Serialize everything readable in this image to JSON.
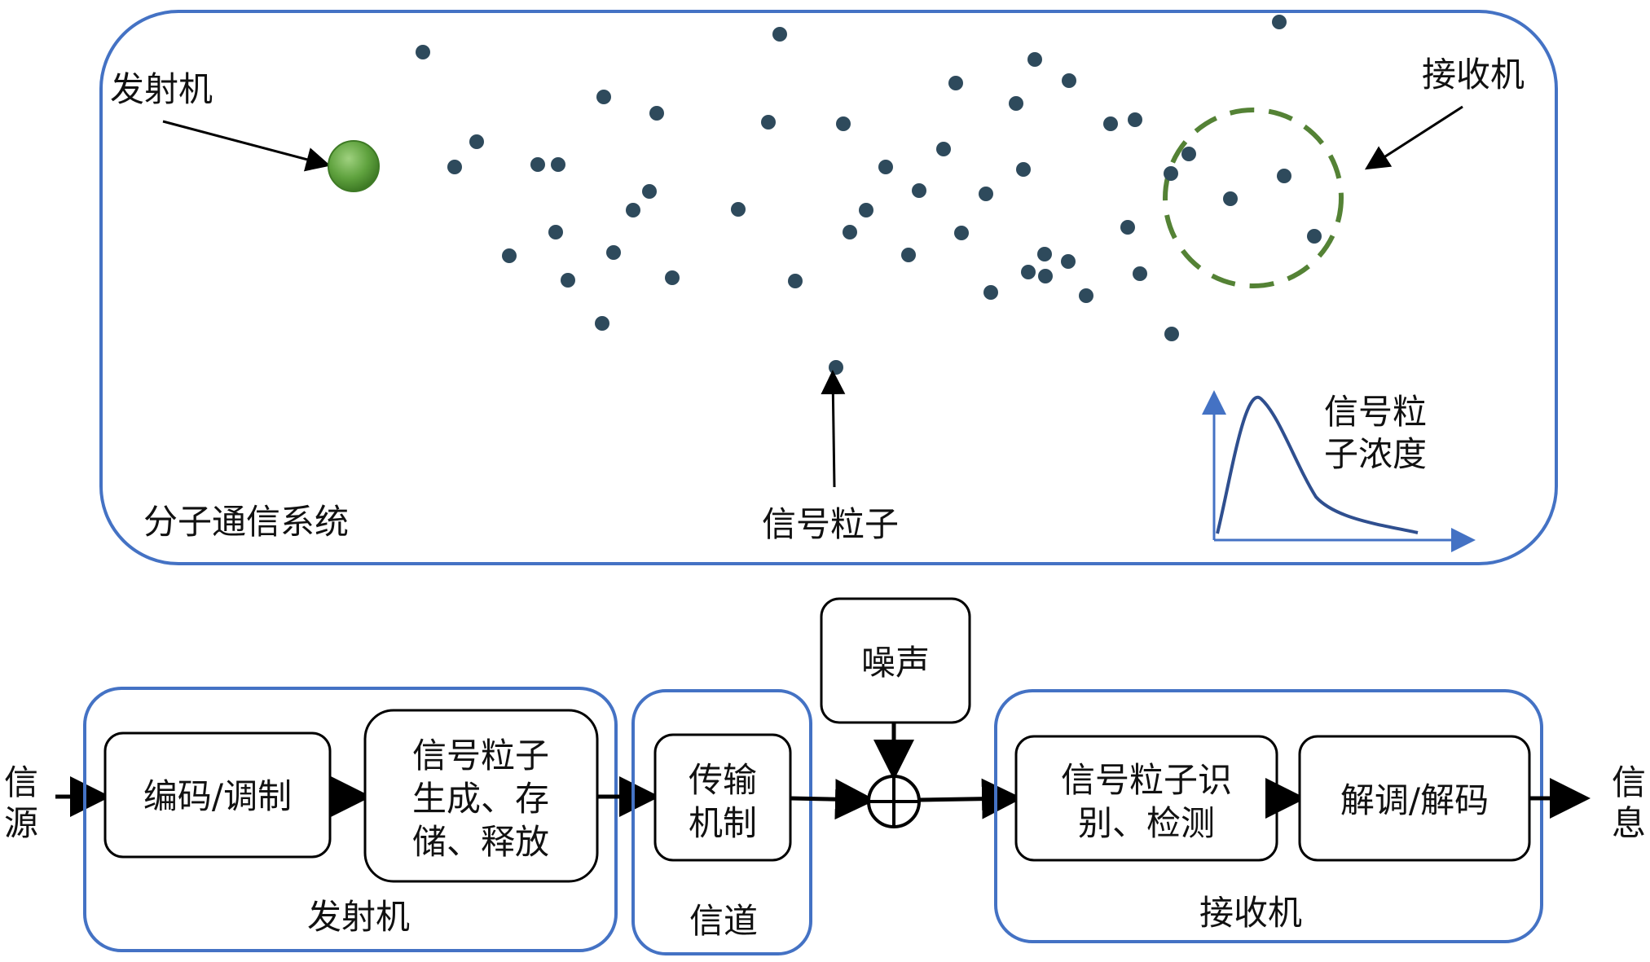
{
  "colors": {
    "frame_blue": "#4472C4",
    "particle": "#2E4A5C",
    "transmitter_green": "#6AA84F",
    "receiver_dash": "#548235",
    "arrow": "#000000",
    "box_stroke": "#000000"
  },
  "top_panel": {
    "system_label": "分子通信系统",
    "transmitter_label": "发射机",
    "receiver_label": "接收机",
    "particle_label": "信号粒子",
    "concentration_label_line1": "信号粒",
    "concentration_label_line2": "子浓度"
  },
  "block_diagram": {
    "source_line1": "信",
    "source_line2": "源",
    "sink_line1": "信",
    "sink_line2": "息",
    "noise": "噪声",
    "transmitter": {
      "group_label": "发射机",
      "encode": "编码/调制",
      "generate_line1": "信号粒子",
      "generate_line2": "生成、存",
      "generate_line3": "储、释放"
    },
    "channel": {
      "group_label": "信道",
      "transport_line1": "传输",
      "transport_line2": "机制"
    },
    "receiver": {
      "group_label": "接收机",
      "detect_line1": "信号粒子识",
      "detect_line2": "别、检测",
      "decode": "解调/解码"
    }
  }
}
